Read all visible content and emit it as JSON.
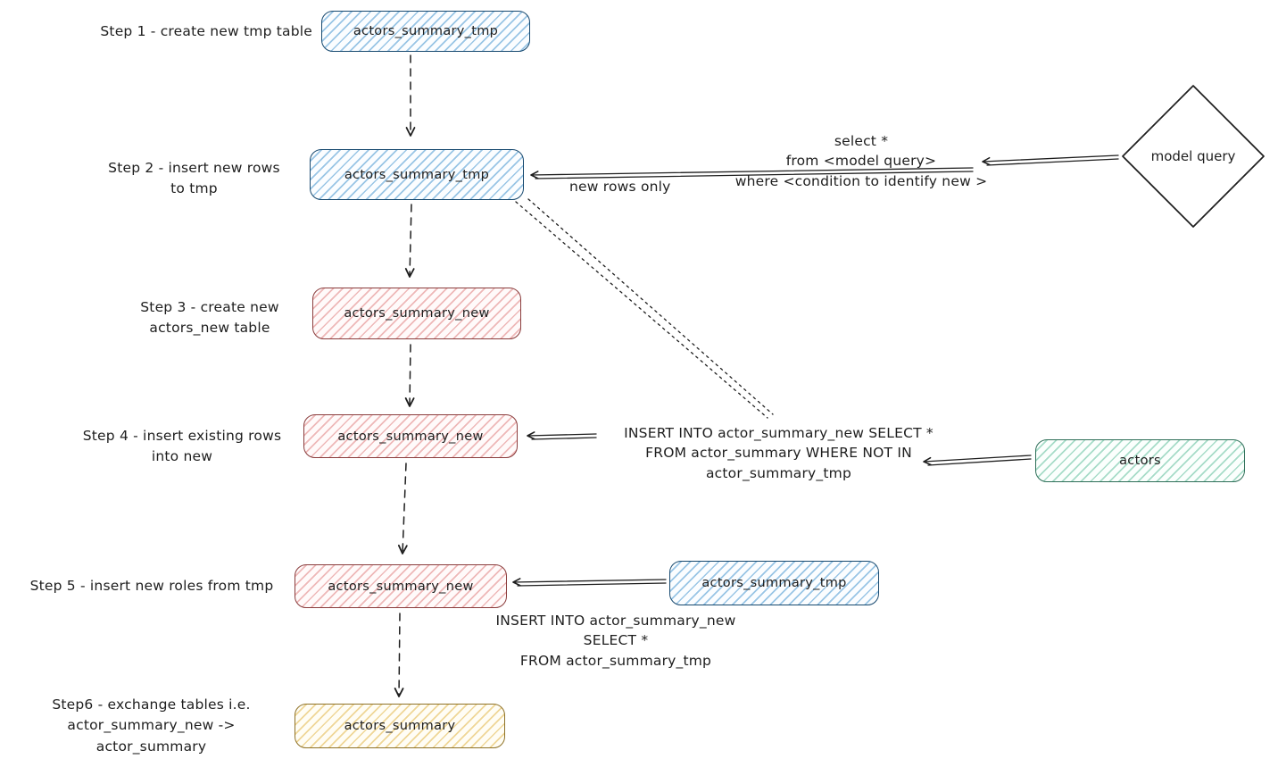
{
  "steps": {
    "step1": {
      "label": "Step 1 - create new tmp table",
      "node": "actors_summary_tmp"
    },
    "step2": {
      "label_line1": "Step 2 - insert new rows",
      "label_line2": "to tmp",
      "node": "actors_summary_tmp"
    },
    "step3": {
      "label_line1": "Step 3 - create new",
      "label_line2": "actors_new table",
      "node": "actors_summary_new"
    },
    "step4": {
      "label_line1": "Step 4 - insert existing rows",
      "label_line2": "into new",
      "node": "actors_summary_new"
    },
    "step5": {
      "label": "Step 5 - insert new roles from tmp",
      "node": "actors_summary_new"
    },
    "step6": {
      "label_line1": "Step6 - exchange tables i.e.",
      "label_line2": "actor_summary_new -> actor_summary",
      "node": "actors_summary"
    }
  },
  "sources": {
    "model_query": "model query",
    "actors": "actors",
    "tmp_table": "actors_summary_tmp"
  },
  "annotations": {
    "new_rows_only": "new rows only",
    "select_query": {
      "line1": "select *",
      "line2": "from <model query>",
      "line3": "where <condition to identify new >"
    },
    "insert_existing": {
      "line1": "INSERT INTO actor_summary_new SELECT *",
      "line2": "FROM actor_summary WHERE NOT IN",
      "line3": "actor_summary_tmp"
    },
    "insert_from_tmp": {
      "line1": "INSERT INTO actor_summary_new",
      "line2": "SELECT *",
      "line3": "FROM actor_summary_tmp"
    }
  },
  "colors": {
    "stroke": "#1e1e1e",
    "blue": "#4997d0",
    "pink": "#e08282",
    "green": "#54ba94",
    "yellow": "#e2b74a"
  }
}
